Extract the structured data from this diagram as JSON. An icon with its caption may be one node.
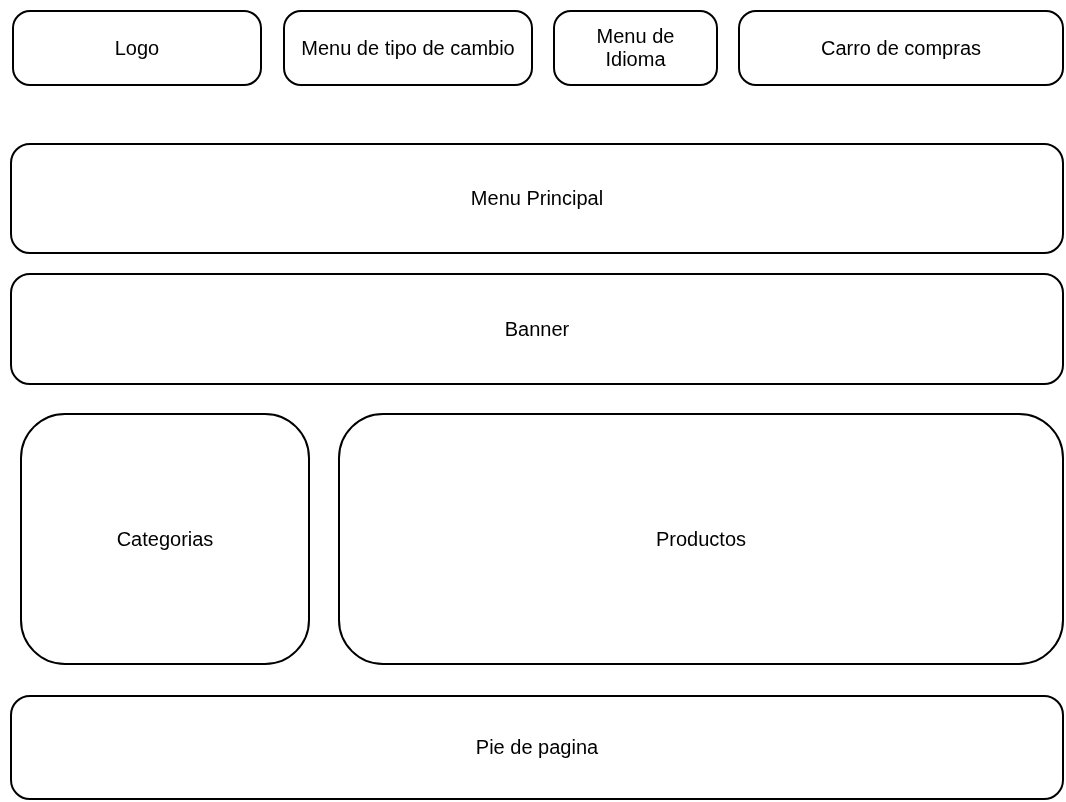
{
  "diagram": {
    "nodes": [
      {
        "text": [
          "Logo"
        ]
      },
      {
        "text": [
          "Menu de tipo de cambio"
        ]
      },
      {
        "text": [
          "Menu de Idioma"
        ]
      },
      {
        "text": [
          "Carro de compras"
        ]
      },
      {
        "text": [
          "Menu Principal"
        ]
      },
      {
        "text": [
          "Banner"
        ]
      },
      {
        "text": [
          "Categorias"
        ]
      },
      {
        "text": [
          "Productos"
        ]
      },
      {
        "text": [
          "Pie de pagina"
        ]
      }
    ]
  }
}
